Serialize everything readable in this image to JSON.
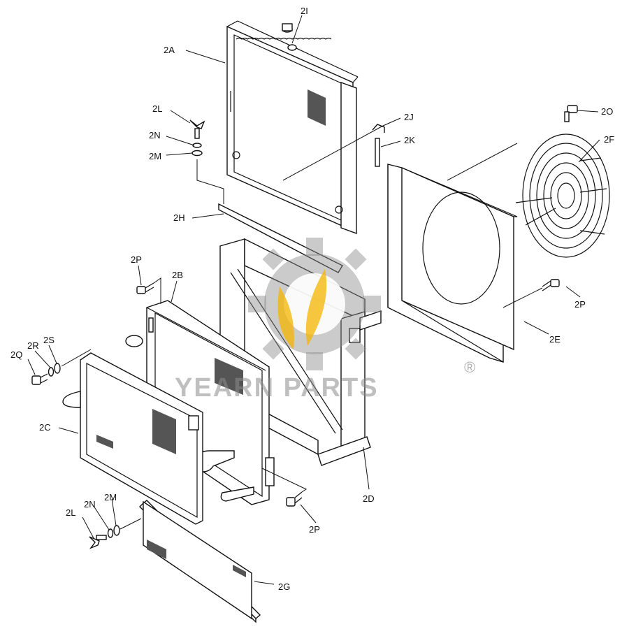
{
  "labels": {
    "2A": "2A",
    "2I": "2I",
    "2L_top": "2L",
    "2N_top": "2N",
    "2M_top": "2M",
    "2J": "2J",
    "2K": "2K",
    "2O": "2O",
    "2F": "2F",
    "2H": "2H",
    "2P_left": "2P",
    "2B": "2B",
    "2P_right": "2P",
    "2E": "2E",
    "2Q": "2Q",
    "2R": "2R",
    "2S": "2S",
    "2C": "2C",
    "2D": "2D",
    "2L_bottom": "2L",
    "2N_bottom": "2N",
    "2M_bottom": "2M",
    "2P_bottom": "2P",
    "2G": "2G"
  },
  "watermark": {
    "text": "YEARN PARTS",
    "registered": "®"
  },
  "colors": {
    "line": "#111111",
    "watermark_gray": "#8c8c8c",
    "watermark_yellow": "#f5b400"
  }
}
